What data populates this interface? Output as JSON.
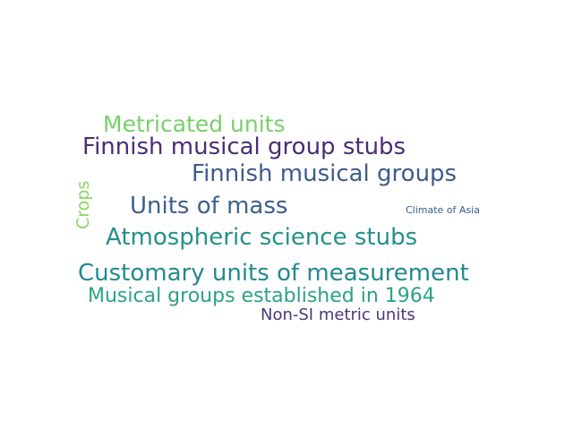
{
  "words": [
    {
      "text": "Metricated units",
      "color": "#79cf6a"
    },
    {
      "text": "Finnish musical group stubs",
      "color": "#482f76"
    },
    {
      "text": "Finnish musical groups",
      "color": "#3e5b8e"
    },
    {
      "text": "Units of mass",
      "color": "#3d5f8e"
    },
    {
      "text": "Climate of Asia",
      "color": "#355e8d"
    },
    {
      "text": "Atmospheric science stubs",
      "color": "#24908b"
    },
    {
      "text": "Customary units of measurement",
      "color": "#228a8d"
    },
    {
      "text": "Musical groups established in 1964",
      "color": "#2ca37f"
    },
    {
      "text": "Non-SI metric units",
      "color": "#4b3978"
    },
    {
      "text": "Crops",
      "color": "#8ad760"
    }
  ]
}
